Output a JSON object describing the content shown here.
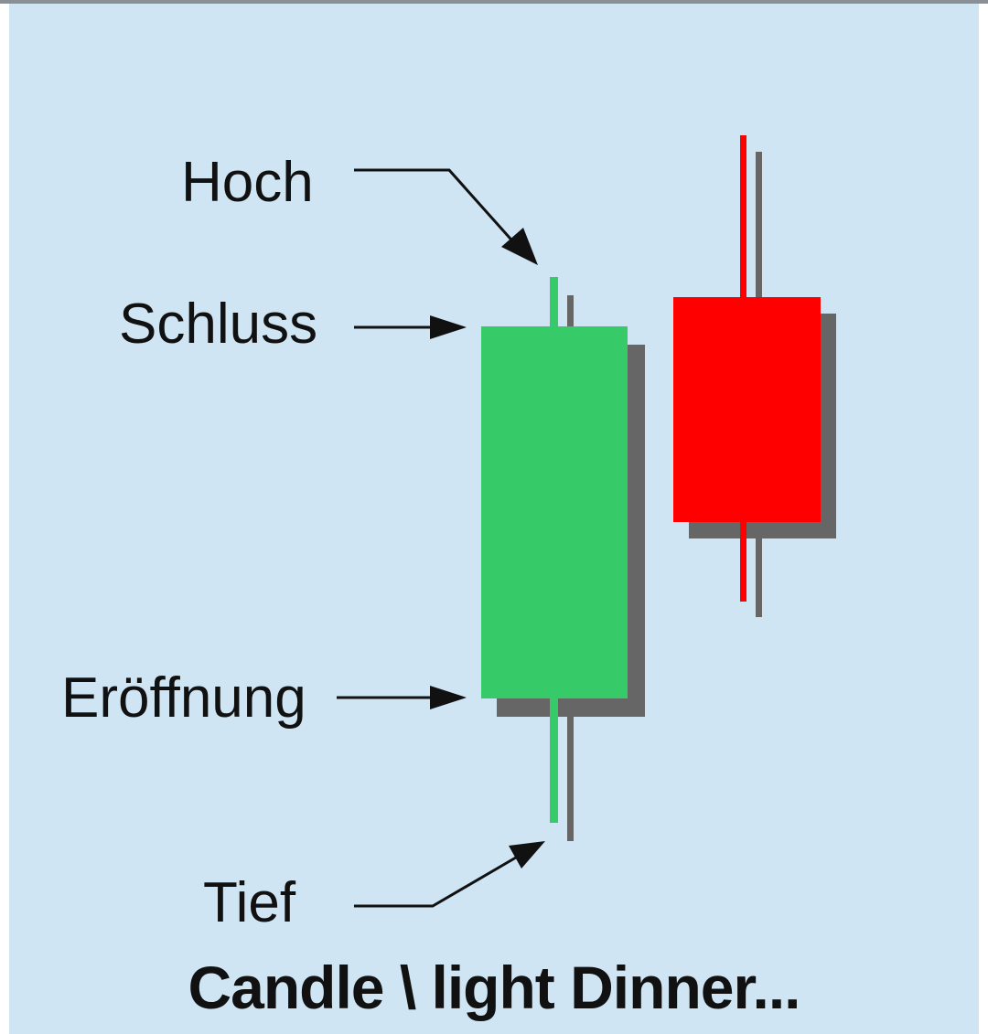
{
  "labels": {
    "high": "Hoch",
    "close": "Schluss",
    "open": "Eröffnung",
    "low": "Tief"
  },
  "caption": "Candle \\ light Dinner...",
  "colors": {
    "background": "#cfe5f3",
    "bullish": "#36cb68",
    "bearish": "#ff0000",
    "shadow": "#666666",
    "text": "#111111"
  }
}
